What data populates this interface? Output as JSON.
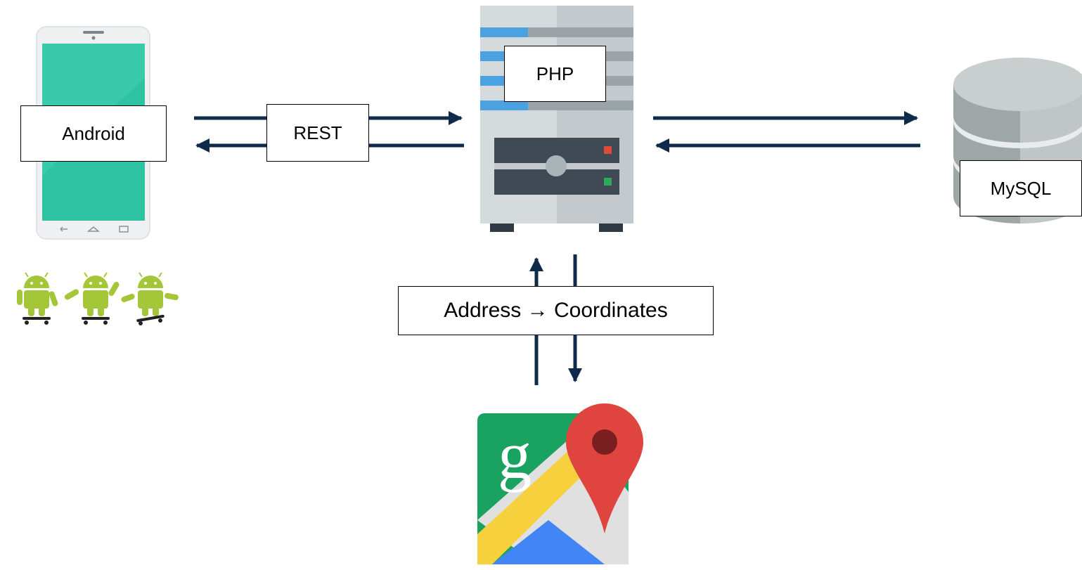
{
  "labels": {
    "android": "Android",
    "rest": "REST",
    "php": "PHP",
    "mysql": "MySQL",
    "geocode": "Address → Coordinates"
  },
  "colors": {
    "arrow": "#0f2a4a",
    "phone_screen": "#2ec4a3",
    "server_body": "#c9ced2",
    "server_accent": "#4aa3e0",
    "database": "#9ea7a6",
    "android_green": "#a4c639",
    "maps_green": "#1aa260",
    "maps_red": "#e0443e",
    "maps_yellow": "#f7d03e",
    "maps_blue": "#4285f4"
  },
  "icons": [
    "smartphone-icon",
    "android-mascot-icon",
    "server-icon",
    "database-icon",
    "google-maps-icon"
  ]
}
